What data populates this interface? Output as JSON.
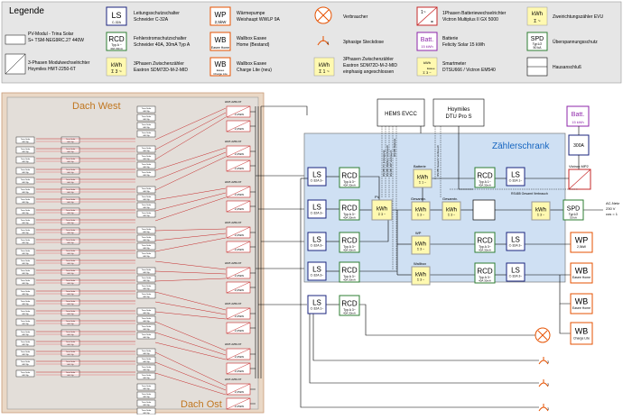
{
  "legend": {
    "title": "Legende",
    "items": [
      {
        "symbol": "",
        "text1": "PV-Modul - Trina Solar",
        "text2": "S+ TSM-NEG9RC.27 440W"
      },
      {
        "symbol_main": "LS",
        "symbol_sub": "C-32A",
        "text1": "Leitungsschutzschalter",
        "text2": "Schneider C-32A"
      },
      {
        "symbol_main": "WP",
        "symbol_sub": "2,5kW",
        "text1": "Wärmepumpe",
        "text2": "Weishaupt WWLP 9A"
      },
      {
        "symbol_main": "",
        "text1": "Verbraucher",
        "text2": ""
      },
      {
        "symbol_main": "",
        "text1": "1Phasen Batteriewechselrichter",
        "text2": "Victron Multiplus II GX 5000"
      },
      {
        "symbol_main": "kWh",
        "symbol_sub": "Σ ~",
        "text1": "Zweirichtungszähler EVU",
        "text2": ""
      },
      {
        "symbol_main": "RCD",
        "symbol_sub": "Typ A ~",
        "symbol_sub2": "40A 30mA",
        "text1": "Fehlerstromschutzschalter",
        "text2": "Schneider 40A, 30mA Typ A"
      },
      {
        "symbol_main": "WB",
        "symbol_sub": "Easee Home",
        "text1": "Wallbox Easee",
        "text2": "Home (Bestand)"
      },
      {
        "symbol_main": "",
        "text1": "3phasige Steckdose",
        "text2": ""
      },
      {
        "symbol_main": "Batt.",
        "symbol_sub": "15 kWh",
        "text1": "Batterie",
        "text2": "Felicity Solar 15 kWh"
      },
      {
        "symbol_main": "SPD",
        "symbol_sub": "Typ1/2",
        "symbol_sub2": "50 kA",
        "text1": "Überspannungsschutz",
        "text2": ""
      },
      {
        "symbol_main": "",
        "text1": "3-Phasen Modulwechselrichter",
        "text2": "Hoymiles HMT-2250-6T"
      },
      {
        "symbol_main": "kWh",
        "symbol_sub": "Σ 3 ~",
        "text1": "3Phasen Zwischenzähler",
        "text2": "Eastron SDM72D-M-2-MID"
      },
      {
        "symbol_main": "WB",
        "symbol_sub": "Easee",
        "symbol_sub2": "Charge Lite",
        "text1": "Wallbox Easee",
        "text2": "Charge Lite (neu)"
      },
      {
        "symbol_main": "kWh",
        "symbol_sub": "Σ 1 ~",
        "text1": "3Phasen Zwischenzähler",
        "text2": "Eastron SDM72D-M-2-MID",
        "text3": "einphasig angeschlossen"
      },
      {
        "symbol_main": "",
        "text1": "Smartmeter",
        "text2": "DTSU666 / Victron EM540"
      },
      {
        "symbol_main": "",
        "text1": "Hausanschluß",
        "text2": ""
      }
    ]
  },
  "roofs": {
    "west": "Dach West",
    "east": "Dach Ost"
  },
  "panel_labels": {
    "line1": "Trina Solar",
    "line2": "440 Wp"
  },
  "inverter_label": "HMT-2250-6T",
  "inverter_power": "2,25kW",
  "cabinet": {
    "title": "Zählerschrank"
  },
  "devices": {
    "hems": "HEMS EVCC",
    "dtu_line1": "Hoymiles",
    "dtu_line2": "DTU Pro S",
    "batt_main": "Batt.",
    "batt_sub": "15 kWh",
    "victron_box": "300A",
    "victron_label": "Victron MP2",
    "grid_label1": "AC-Netz",
    "grid_label2": "230 V",
    "grid_label3": "cos = 1",
    "ls_main": "LS",
    "ls_sub": "C-32A 3~",
    "ls_sub1": "C-32A 1~",
    "rcd_main": "RCD",
    "rcd_sub": "Typ A 3~",
    "rcd_sub2": "40A 30mA",
    "rcd_sub1": "Typ A 1~",
    "kwh_main": "kWh",
    "kwh_sub3": "Σ 3 ~",
    "kwh_sub1": "Σ 1 ~",
    "spd_main": "SPD",
    "spd_sub": "Typ1/2",
    "spd_sub2": "50 kA",
    "wp_main": "WP",
    "wp_sub": "2,5kW",
    "wb_main": "WB",
    "wb_home": "Easee Home",
    "wb_lite": "Charge Lite",
    "pv_label": "PV",
    "batterie_label": "Batterie",
    "gesamtv_label": "Gesamtv.",
    "wp_label": "WP",
    "wallbox_label": "Wallbox",
    "rs485_1": "RS485 PV Erzeugung",
    "rs485_2": "RS485 Wallbox Verbrauch",
    "rs485_3": "RS485 WP Verbrauch",
    "rs485_4": "RS485 Batterie",
    "rs485_5": "RS485 Gesamt Verbrauch",
    "rs485_6": "RS485 Gesamt Verbrauch"
  }
}
